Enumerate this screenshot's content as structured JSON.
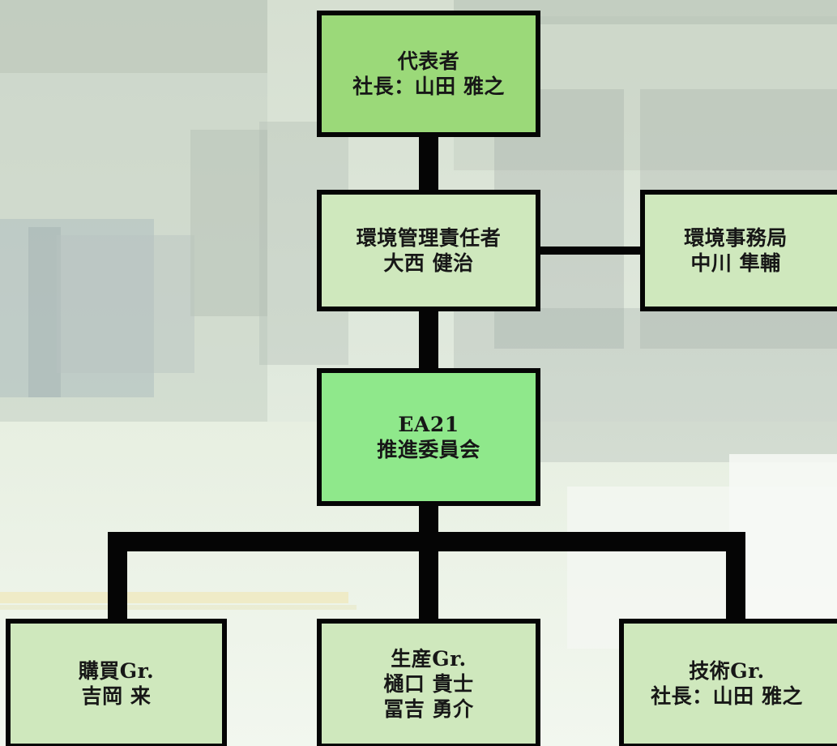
{
  "org_chart": {
    "representative": {
      "role": "代表者",
      "name": "社長：山田 雅之"
    },
    "environment_manager": {
      "role": "環境管理責任者",
      "name": "大西 健治"
    },
    "environment_office": {
      "role": "環境事務局",
      "name": "中川 隼輔"
    },
    "committee": {
      "line1": "EA21",
      "line2": "推進委員会"
    },
    "groups": {
      "purchasing": {
        "name": "購買Gr.",
        "members": [
          "吉岡 来"
        ]
      },
      "production": {
        "name": "生産Gr.",
        "members": [
          "樋口 貴士",
          "冨吉 勇介"
        ]
      },
      "technical": {
        "name": "技術Gr.",
        "members": [
          "社長：山田 雅之"
        ]
      }
    }
  },
  "colors": {
    "representative_box": "#9bd979",
    "standard_box": "#cfe8bd",
    "committee_box": "#8fe88b",
    "border": "#050505",
    "text": "#171717"
  }
}
